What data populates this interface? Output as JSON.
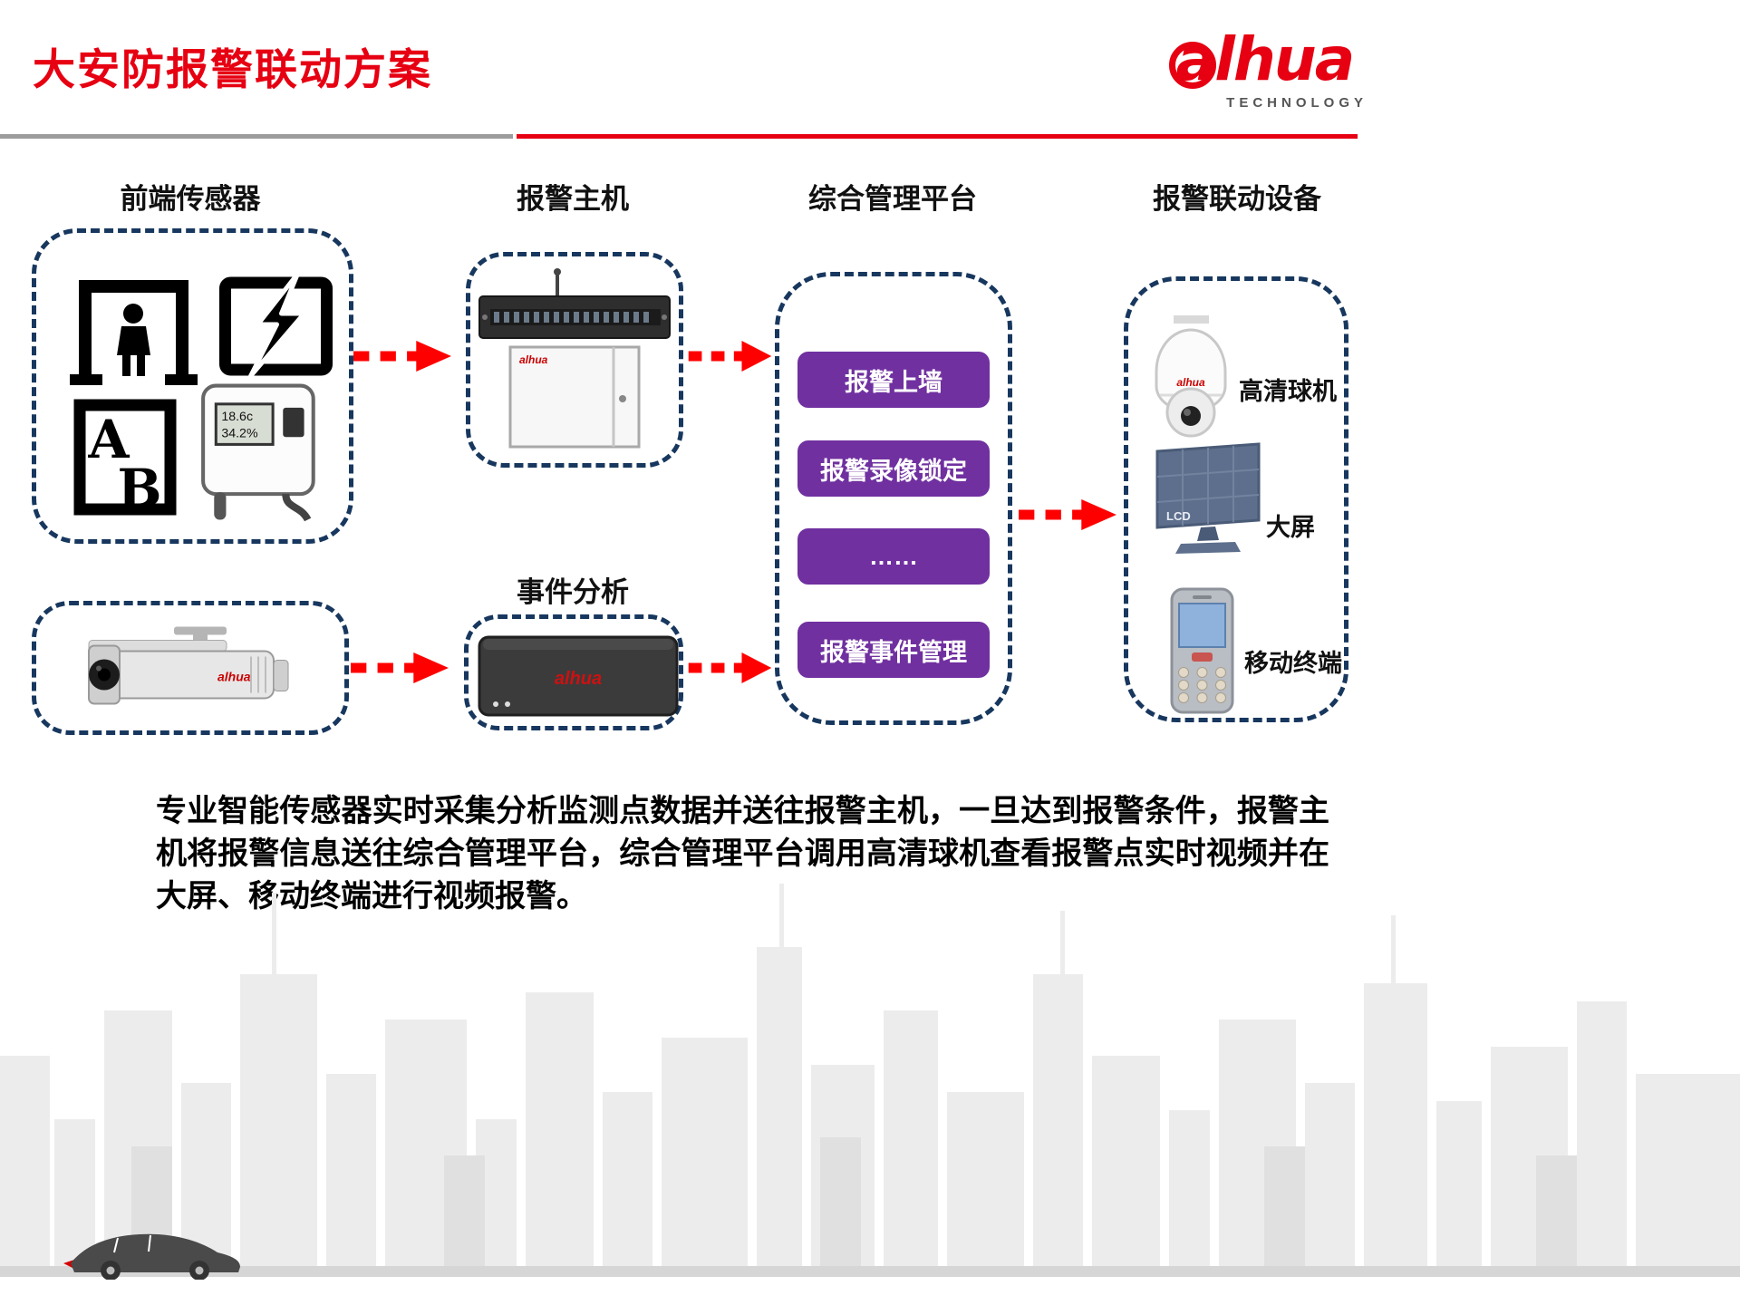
{
  "title": "大安防报警联动方案",
  "logo": {
    "brand": "alhua",
    "tagline": "TECHNOLOGY"
  },
  "columns": {
    "sensors": "前端传感器",
    "host": "报警主机",
    "platform": "综合管理平台",
    "linkage": "报警联动设备"
  },
  "event_label": "事件分析",
  "platform_buttons": [
    "报警上墙",
    "报警录像锁定",
    "……",
    "报警事件管理"
  ],
  "device_labels": {
    "dome": "高清球机",
    "screen": "大屏",
    "mobile": "移动终端"
  },
  "sensor_glyphs": {
    "a": "A",
    "b": "B",
    "lcd1": "18.6c",
    "lcd2": "34.2%"
  },
  "screen_label": "LCD",
  "description": "专业智能传感器实时采集分析监测点数据并送往报警主机，一旦达到报警条件，报警主机将报警信息送往综合管理平台，综合管理平台调用高清球机查看报警点实时视频并在大屏、移动终端进行视频报警。",
  "colors": {
    "title_red": "#E60012",
    "dash_navy": "#17375E",
    "arrow_red": "#FF0000",
    "button_purple": "#7030A0"
  }
}
